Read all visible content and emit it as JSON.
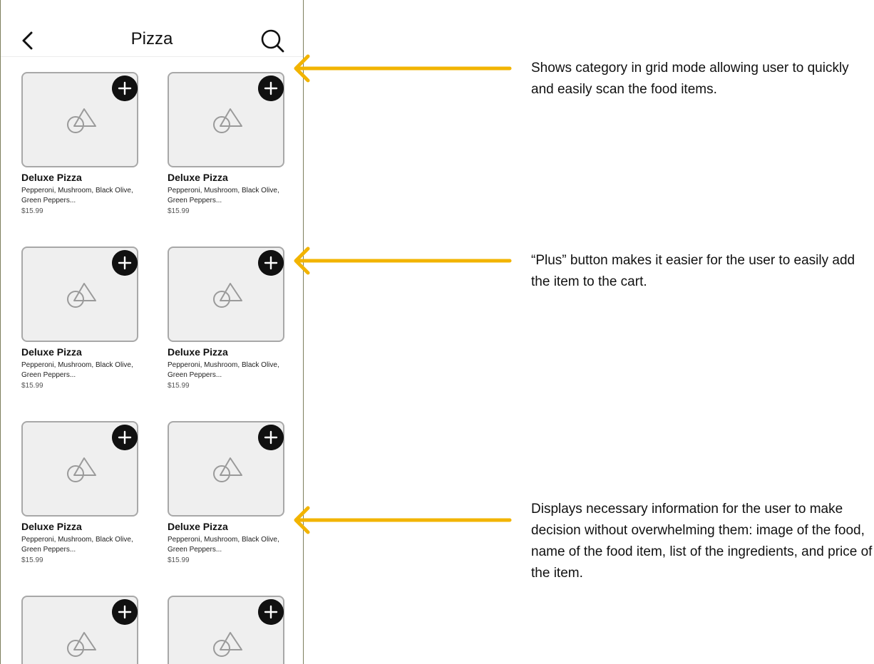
{
  "header": {
    "title": "Pizza"
  },
  "items": [
    {
      "name": "Deluxe Pizza",
      "ingredients": "Pepperoni, Mushroom, Black Olive, Green Peppers...",
      "price": "$15.99"
    },
    {
      "name": "Deluxe Pizza",
      "ingredients": "Pepperoni, Mushroom, Black Olive, Green Peppers...",
      "price": "$15.99"
    },
    {
      "name": "Deluxe Pizza",
      "ingredients": "Pepperoni, Mushroom, Black Olive, Green Peppers...",
      "price": "$15.99"
    },
    {
      "name": "Deluxe Pizza",
      "ingredients": "Pepperoni, Mushroom, Black Olive, Green Peppers...",
      "price": "$15.99"
    },
    {
      "name": "Deluxe Pizza",
      "ingredients": "Pepperoni, Mushroom, Black Olive, Green Peppers...",
      "price": "$15.99"
    },
    {
      "name": "Deluxe Pizza",
      "ingredients": "Pepperoni, Mushroom, Black Olive, Green Peppers...",
      "price": "$15.99"
    }
  ],
  "annotations": [
    {
      "text": "Shows category in grid mode allowing user to quickly and easily scan the food items."
    },
    {
      "text": "“Plus” button makes it easier for the user to easily add the item to the cart."
    },
    {
      "text": "Displays necessary information for the user to make decision without overwhelming them: image of the food, name of the food item, list of the ingredients, and price of the item."
    }
  ],
  "colors": {
    "arrow": "#f2b400",
    "frame_border": "#7d7f5d",
    "plus_button": "#111111",
    "thumb_bg": "#efefef"
  },
  "icons": {
    "back": "chevron-left-icon",
    "search": "search-icon",
    "add": "plus-icon",
    "image_placeholder": "image-placeholder-icon"
  }
}
